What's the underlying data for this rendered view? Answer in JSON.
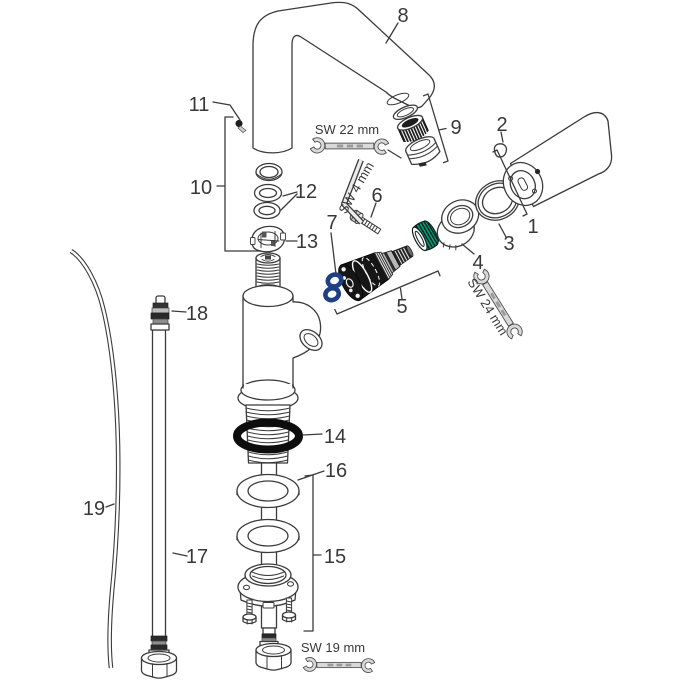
{
  "diagram": {
    "kind": "exploded-parts-diagram",
    "background": "#ffffff",
    "colors": {
      "line": "#3b3b3b",
      "dark": "#1a1a1a",
      "accent_blue": "#1e3e85",
      "accent_green": "#00a37c",
      "tool_fill": "#d9d9d9"
    },
    "labels": {
      "1": "1",
      "2": "2",
      "3": "3",
      "4": "4",
      "5": "5",
      "6": "6",
      "7": "7",
      "8": "8",
      "9": "9",
      "10": "10",
      "11": "11",
      "12": "12",
      "13": "13",
      "14": "14",
      "15": "15",
      "16": "16",
      "17": "17",
      "18": "18",
      "19": "19"
    },
    "tools": {
      "sw22": "SW 22 mm",
      "sw4": "SW 4 mm",
      "sw24": "SW 24 mm",
      "sw19": "SW 19 mm"
    }
  }
}
